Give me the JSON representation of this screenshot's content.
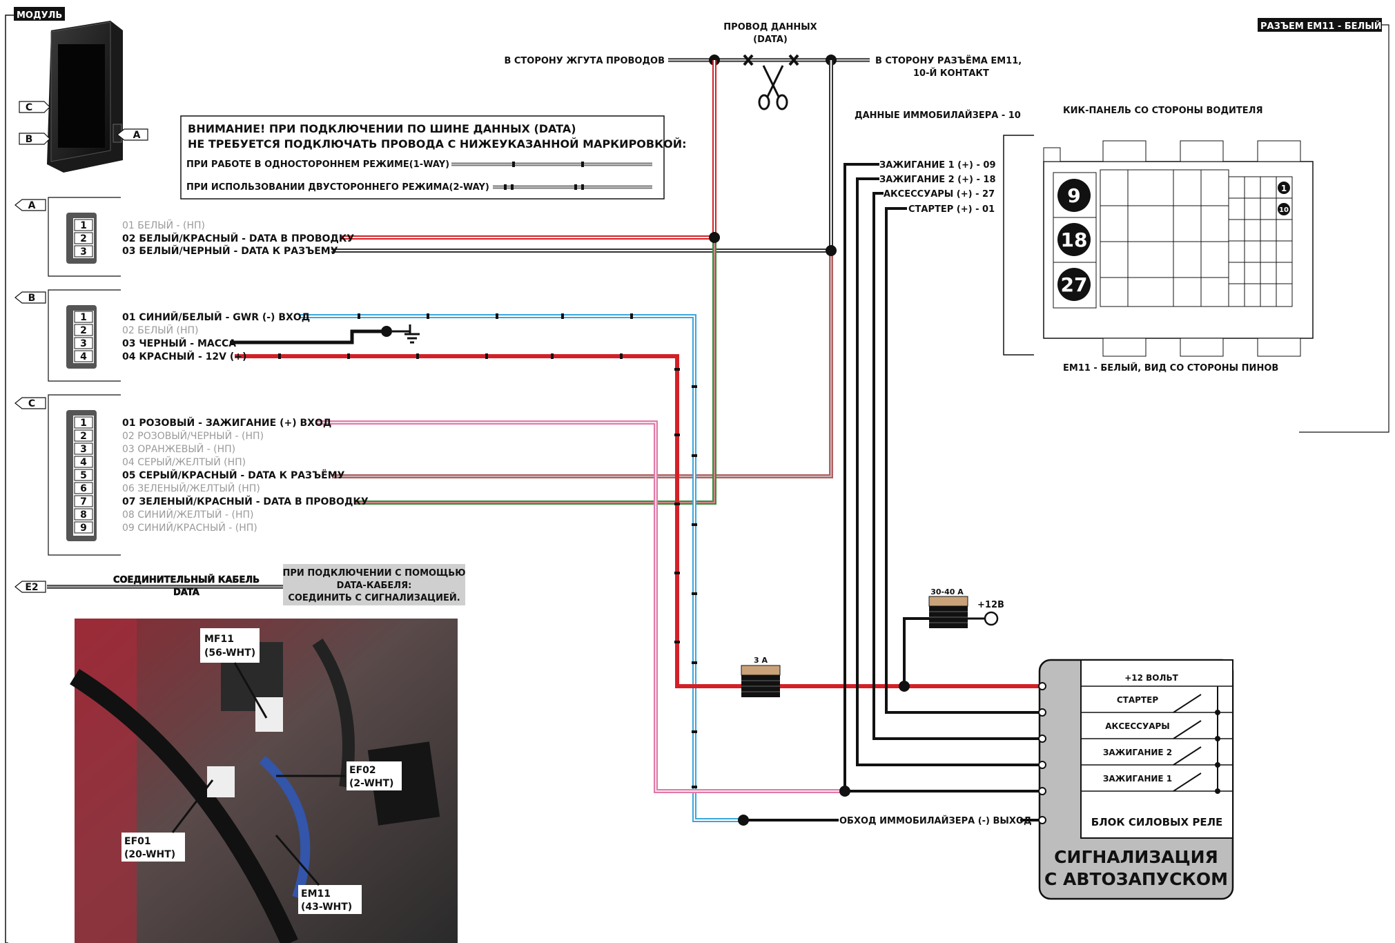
{
  "module": {
    "tag": "МОДУЛЬ",
    "ports": [
      "C",
      "B",
      "A"
    ]
  },
  "warning": {
    "line1": "ВНИМАНИЕ! ПРИ ПОДКЛЮЧЕНИИ ПО ШИНЕ ДАННЫХ (DATA)",
    "line2": "НЕ ТРЕБУЕТСЯ ПОДКЛЮЧАТЬ ПРОВОДА С НИЖЕУКАЗАННОЙ МАРКИРОВКОЙ:",
    "oneway": "ПРИ РАБОТЕ В ОДНОСТОРОННЕМ РЕЖИМЕ(1-WAY)",
    "twoway": "ПРИ ИСПОЛЬЗОВАНИИ ДВУСТОРОННЕГО РЕЖИМА(2-WAY)"
  },
  "data_wire": {
    "title1": "ПРОВОД ДАННЫХ",
    "title2": "(DATA)",
    "left": "В СТОРОНУ ЖГУТА ПРОВОДОВ",
    "right1": "В СТОРОНУ РАЗЪЁМА EM11,",
    "right2": "10-Й КОНТАКТ"
  },
  "connector_a": {
    "label": "A",
    "pins": [
      {
        "num": "1",
        "text": "01 БЕЛЫЙ - (НП)",
        "active": false
      },
      {
        "num": "2",
        "text": "02 БЕЛЫЙ/КРАСНЫЙ - DATA В ПРОВОДКУ",
        "active": true
      },
      {
        "num": "3",
        "text": "03 БЕЛЫЙ/ЧЕРНЫЙ - DATA  К РАЗЪЕМУ",
        "active": true
      }
    ]
  },
  "connector_b": {
    "label": "B",
    "pins": [
      {
        "num": "1",
        "text": "01 СИНИЙ/БЕЛЫЙ - GWR (-) ВХОД",
        "active": true
      },
      {
        "num": "2",
        "text": "02 БЕЛЫЙ (НП)",
        "active": false
      },
      {
        "num": "3",
        "text": "03 ЧЕРНЫЙ - МАССА",
        "active": true
      },
      {
        "num": "4",
        "text": "04 КРАСНЫЙ - 12V (+)",
        "active": true
      }
    ]
  },
  "connector_c": {
    "label": "C",
    "pins": [
      {
        "num": "1",
        "text": "01 РОЗОВЫЙ - ЗАЖИГАНИЕ (+) ВХОД",
        "active": true
      },
      {
        "num": "2",
        "text": "02 РОЗОВЫЙ/ЧЕРНЫЙ - (НП)",
        "active": false
      },
      {
        "num": "3",
        "text": "03 ОРАНЖЕВЫЙ - (НП)",
        "active": false
      },
      {
        "num": "4",
        "text": "04 СЕРЫЙ/ЖЕЛТЫЙ (НП)",
        "active": false
      },
      {
        "num": "5",
        "text": "05 СЕРЫЙ/КРАСНЫЙ - DATA К РАЗЪЁМУ",
        "active": true
      },
      {
        "num": "6",
        "text": "06 ЗЕЛЕНЫЙ/ЖЕЛТЫЙ (НП)",
        "active": false
      },
      {
        "num": "7",
        "text": "07 ЗЕЛЕНЫЙ/КРАСНЫЙ - DATA В ПРОВОДКУ",
        "active": true
      },
      {
        "num": "8",
        "text": "08 СИНИЙ/ЖЕЛТЫЙ - (НП)",
        "active": false
      },
      {
        "num": "9",
        "text": "09 СИНИЙ/КРАСНЫЙ - (НП)",
        "active": false
      }
    ]
  },
  "e2": {
    "label": "E2",
    "cable1": "СОЕДИНИТЕЛЬНЫЙ КАБЕЛЬ",
    "cable2": "DATA",
    "note1": "ПРИ ПОДКЛЮЧЕНИИ С ПОМОЩЬЮ",
    "note2": "DATA-КАБЕЛЯ:",
    "note3": "СОЕДИНИТЬ С СИГНАЛИЗАЦИЕЙ."
  },
  "em11": {
    "tag": "РАЗЪЕМ EM11 - БЕЛЫЙ",
    "kick_panel": "КИК-ПАНЕЛЬ СО СТОРОНЫ ВОДИТЕЛЯ",
    "caption": "EM11 - БЕЛЫЙ, ВИД СО СТОРОНЫ ПИНОВ",
    "immo_data": "ДАННЫЕ ИММОБИЛАЙЗЕРА - 10",
    "big_pins": [
      "9",
      "18",
      "27"
    ],
    "small_pins": [
      "1",
      "10"
    ]
  },
  "em11_wires": [
    "ЗАЖИГАНИЕ 1 (+) - 09",
    "ЗАЖИГАНИЕ 2 (+) - 18",
    "АКСЕССУАРЫ (+) - 27",
    "СТАРТЕР (+) - 01"
  ],
  "fuses": {
    "small": "3 А",
    "large": "30-40 А",
    "plus12": "+12В"
  },
  "bypass": "ОБХОД ИММОБИЛАЙЗЕРА (-) ВЫХОД",
  "relay": {
    "plus12": "+12 ВОЛЬТ",
    "rows": [
      "СТАРТЕР",
      "АКСЕССУАРЫ",
      "ЗАЖИГАНИЕ 2",
      "ЗАЖИГАНИЕ 1"
    ],
    "block": "БЛОК СИЛОВЫХ РЕЛЕ",
    "alarm1": "СИГНАЛИЗАЦИЯ",
    "alarm2": "С АВТОЗАПУСКОМ"
  },
  "photo_labels": [
    {
      "name": "MF11",
      "sub": "(56-WHT)"
    },
    {
      "name": "EF02",
      "sub": "(2-WHT)"
    },
    {
      "name": "EF01",
      "sub": "(20-WHT)"
    },
    {
      "name": "EM11",
      "sub": "(43-WHT)"
    }
  ],
  "colors": {
    "red": "#d32027",
    "pink": "#e07aa8",
    "blue": "#3aa6dd",
    "green": "#3d8a3d",
    "brownred": "#b06060",
    "black": "#111111"
  }
}
